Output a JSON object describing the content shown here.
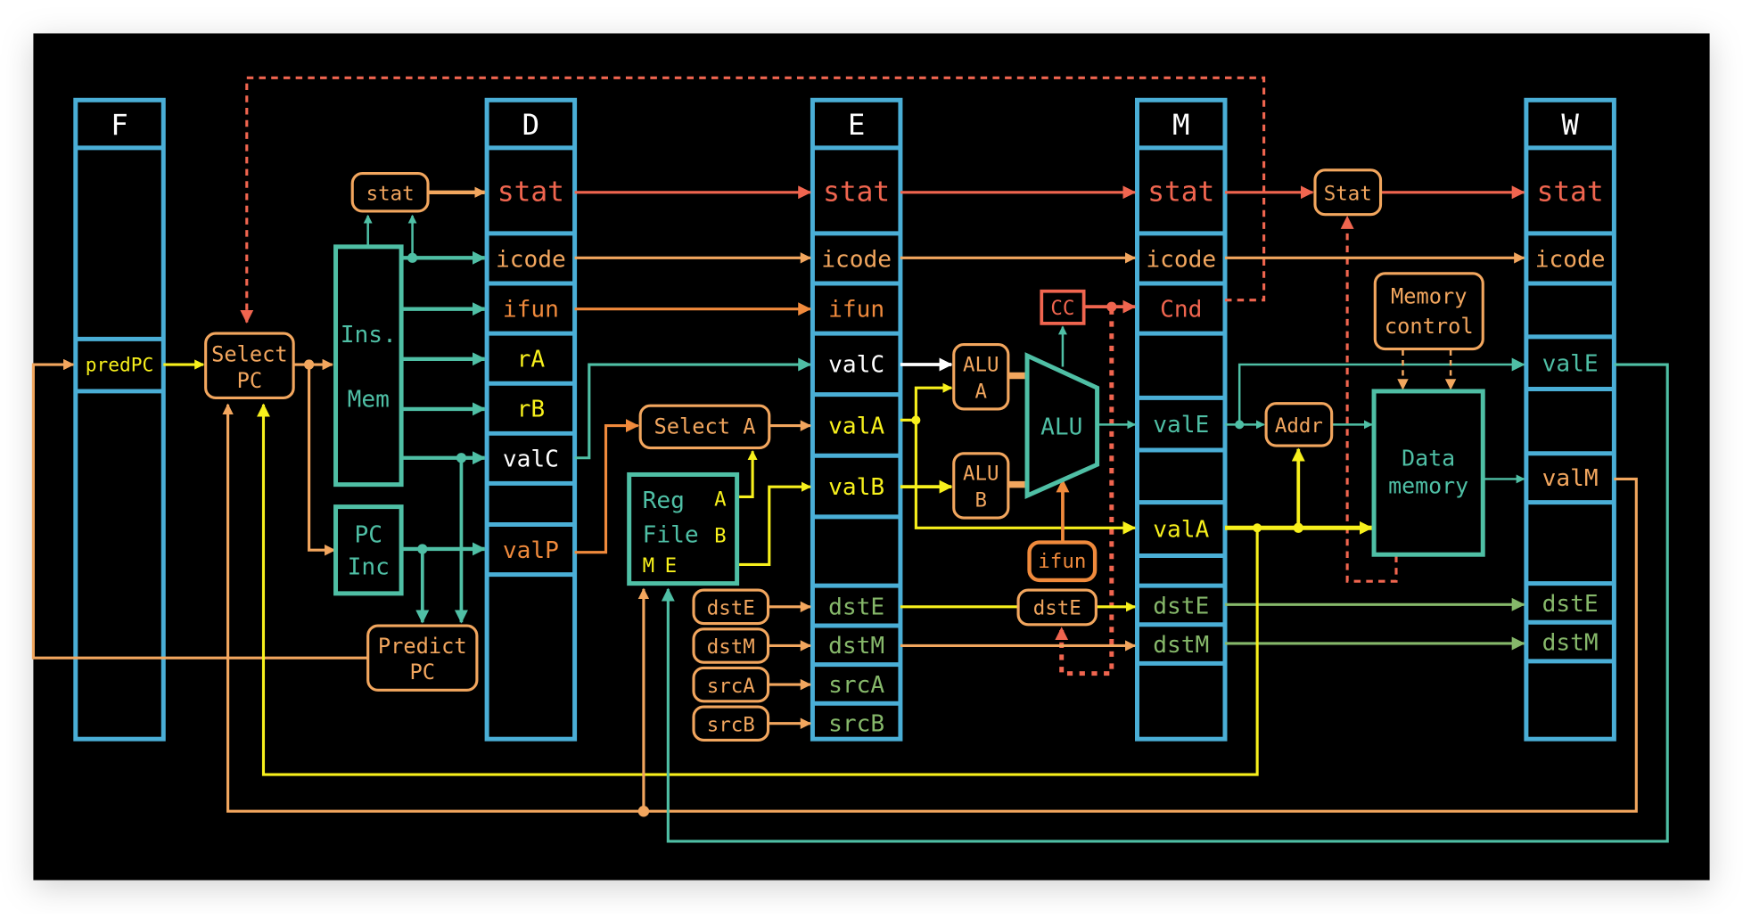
{
  "title": "Y86-64 PIPE processor datapath",
  "colors": {
    "background": "#000000",
    "page": "#ffffff",
    "register": "#4aaed6",
    "teal": "#4fbfa5",
    "orange": "#f2a65e",
    "red": "#f0654f",
    "dark_orange": "#f08a3c",
    "yellow": "#f7f01c",
    "green": "#86b86a",
    "white": "#ffffff"
  },
  "stages": {
    "F": {
      "label": "F",
      "fields": [
        "predPC"
      ]
    },
    "D": {
      "label": "D",
      "fields": [
        "stat",
        "icode",
        "ifun",
        "rA",
        "rB",
        "valC",
        "valP"
      ]
    },
    "E": {
      "label": "E",
      "fields": [
        "stat",
        "icode",
        "ifun",
        "valC",
        "valA",
        "valB",
        "dstE",
        "dstM",
        "srcA",
        "srcB"
      ]
    },
    "M": {
      "label": "M",
      "fields": [
        "stat",
        "icode",
        "Cnd",
        "valE",
        "valA",
        "dstE",
        "dstM"
      ]
    },
    "W": {
      "label": "W",
      "fields": [
        "stat",
        "icode",
        "valE",
        "valM",
        "dstE",
        "dstM"
      ]
    }
  },
  "blocks": {
    "select_pc": [
      "Select",
      "PC"
    ],
    "ins_mem": [
      "Ins.",
      "Mem"
    ],
    "pc_inc": [
      "PC",
      "Inc"
    ],
    "predict_pc": [
      "Predict",
      "PC"
    ],
    "stat_fetch": "stat",
    "select_a": "Select A",
    "reg_file": {
      "line1": "Reg",
      "line2": "File",
      "port_a": "A",
      "port_b": "B",
      "port_m": "M",
      "port_e": "E"
    },
    "dst_e": "dstE",
    "dst_m": "dstM",
    "src_a": "srcA",
    "src_b": "srcB",
    "alu_a": [
      "ALU",
      "A"
    ],
    "alu_b": [
      "ALU",
      "B"
    ],
    "alu": "ALU",
    "cc": "CC",
    "ifun_e": "ifun",
    "dst_e_e": "dstE",
    "addr": "Addr",
    "stat_mem": "Stat",
    "mem_control": [
      "Memory",
      "control"
    ],
    "data_memory": [
      "Data",
      "memory"
    ]
  }
}
